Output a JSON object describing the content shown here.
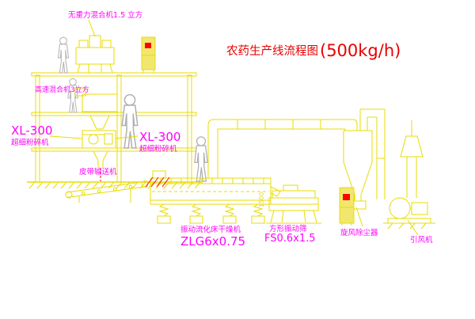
{
  "title": {
    "text_small": "农药生产线流程图",
    "text_large": "(500kg/h)"
  },
  "labels": {
    "gravity_mixer": "无重力混合机1.5 立方",
    "high_speed_mixer": "高速混合机3立方",
    "mill_left_model": "XL-300",
    "mill_left_name": "超细粉碎机",
    "mill_center_model": "XL-300",
    "mill_center_name": "超细粉碎机",
    "belt_conveyor": "皮带输送机",
    "dryer_name": "振动流化床干燥机",
    "dryer_model": "ZLG6x0.75",
    "sieve_name": "方形振动筛",
    "sieve_model": "FS0.6x1.5",
    "cyclone": "旋风除尘器",
    "fan": "引风机",
    "dimension_1500": "1500"
  },
  "colors": {
    "line_yellow": "#e8dc00",
    "label_magenta": "#ff00ff",
    "title_red": "#e80000",
    "figure_gray": "#b0b0b0",
    "panel_fill": "#f2e76e",
    "alert_red": "#ff0000",
    "background": "#ffffff"
  }
}
